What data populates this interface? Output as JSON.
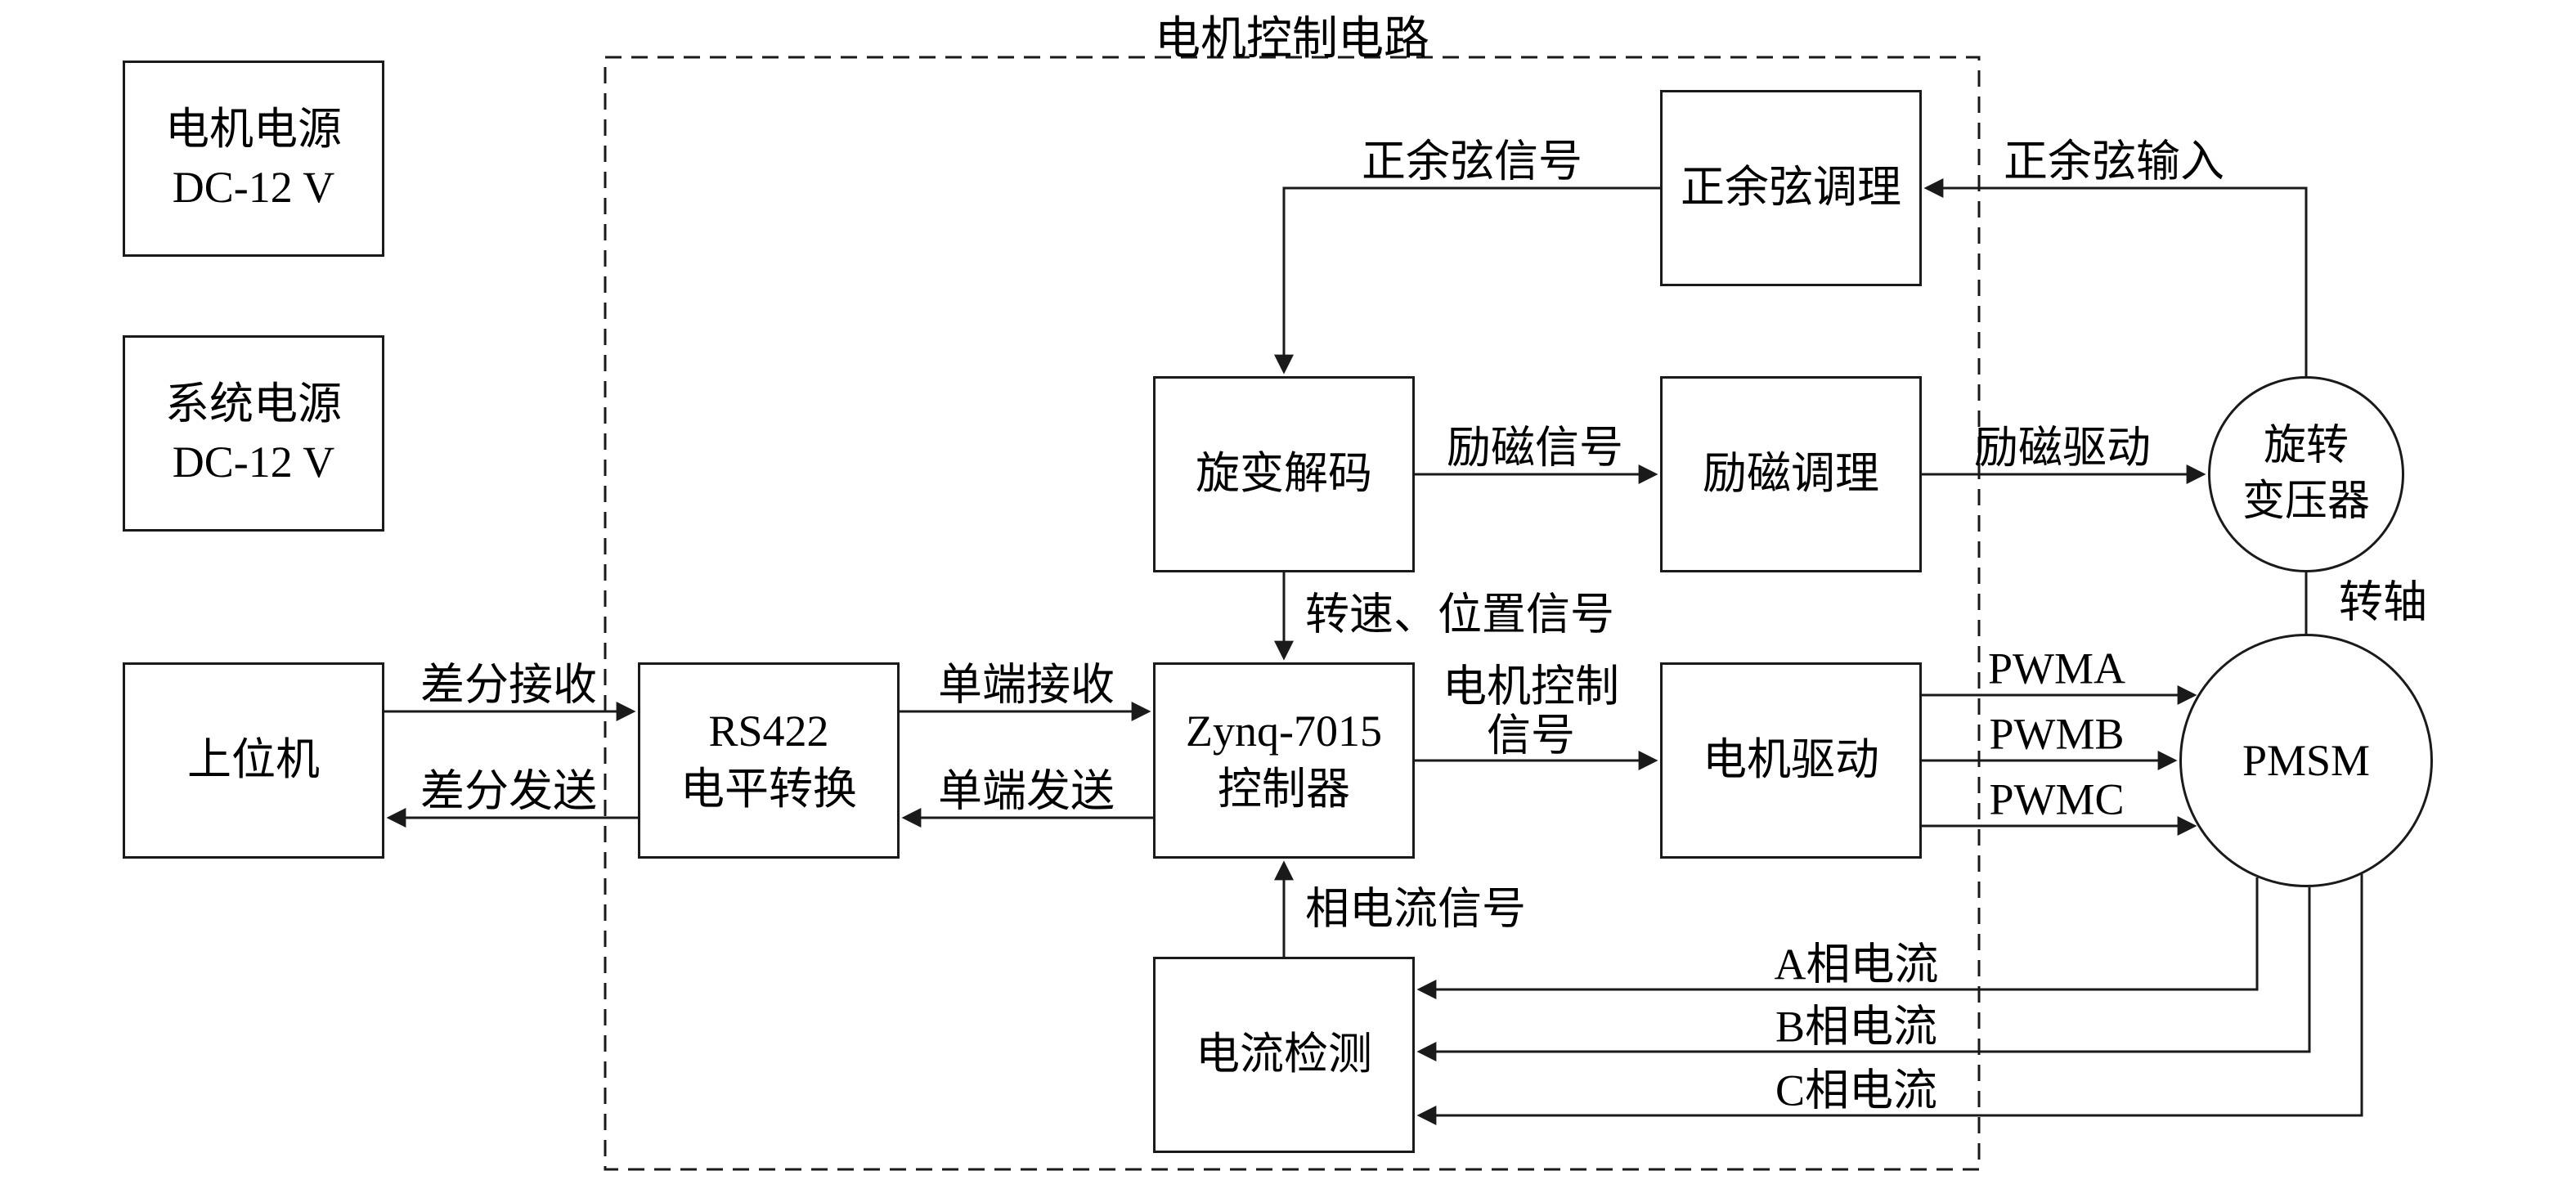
{
  "title": "电机控制电路",
  "boxes": {
    "motor_power": {
      "line1": "电机电源",
      "line2": "DC-12 V"
    },
    "system_power": {
      "line1": "系统电源",
      "line2": "DC-12 V"
    },
    "host": {
      "label": "上位机"
    },
    "rs422": {
      "line1": "RS422",
      "line2": "电平转换"
    },
    "sincos_cond": {
      "label": "正余弦调理"
    },
    "resolver_decode": {
      "label": "旋变解码"
    },
    "excitation_cond": {
      "label": "励磁调理"
    },
    "zynq": {
      "line1": "Zynq-7015",
      "line2": "控制器"
    },
    "motor_drive": {
      "label": "电机驱动"
    },
    "current_detect": {
      "label": "电流检测"
    }
  },
  "circles": {
    "resolver": {
      "line1": "旋转",
      "line2": "变压器"
    },
    "pmsm": {
      "label": "PMSM"
    }
  },
  "arrow_labels": {
    "diff_rx": "差分接收",
    "diff_tx": "差分发送",
    "single_rx": "单端接收",
    "single_tx": "单端发送",
    "sincos_signal": "正余弦信号",
    "sincos_input": "正余弦输入",
    "excitation_signal": "励磁信号",
    "excitation_drive": "励磁驱动",
    "speed_position": "转速、位置信号",
    "motor_ctrl_line1": "电机控制",
    "motor_ctrl_line2": "信号",
    "pwma": "PWMA",
    "pwmb": "PWMB",
    "pwmc": "PWMC",
    "shaft": "转轴",
    "phase_current_signal": "相电流信号",
    "phase_a": "A相电流",
    "phase_b": "B相电流",
    "phase_c": "C相电流"
  },
  "colors": {
    "line": "#1a1a1a",
    "background": "#ffffff",
    "text": "#000000"
  }
}
